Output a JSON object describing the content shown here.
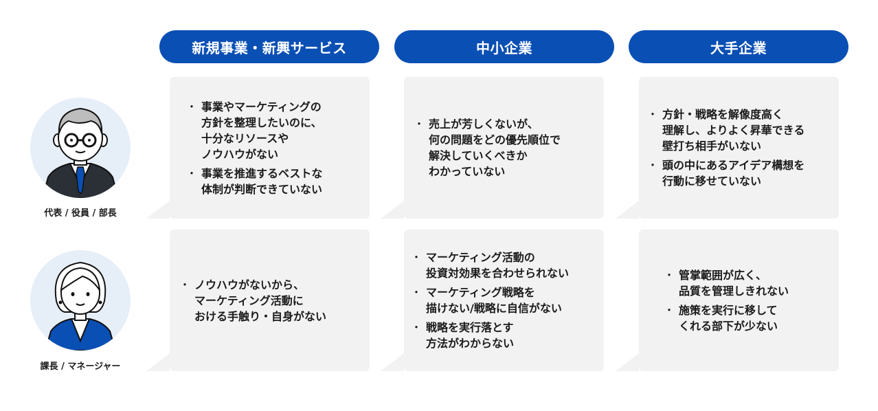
{
  "headers": [
    "新規事業・新興サービス",
    "中小企業",
    "大手企業"
  ],
  "personas": [
    {
      "label": "代表 / 役員 / 部長",
      "avatar_icon": "executive-avatar-icon"
    },
    {
      "label": "課長 / マネージャー",
      "avatar_icon": "manager-avatar-icon"
    }
  ],
  "rows": [
    [
      [
        "事業やマーケティングの\n方針を整理したいのに、\n十分なリソースや\nノウハウがない",
        "事業を推進するベストな\n体制が判断できていない"
      ],
      [
        "売上が芳しくないが、\n何の問題をどの優先順位で\n解決していくべきか\nわかっていない"
      ],
      [
        "方針・戦略を解像度高く\n理解し、よりよく昇華できる\n壁打ち相手がいない",
        "頭の中にあるアイデア構想を\n行動に移せていない"
      ]
    ],
    [
      [
        "ノウハウがないから、\nマーケティング活動に\nおける手触り・自身がない"
      ],
      [
        "マーケティング活動の\n投資対効果を合わせられない",
        "マーケティング戦略を\n描けない/戦略に自信がない",
        "戦略を実行落とす\n方法がわからない"
      ],
      [
        "管掌範囲が広く、\n品質を管理しきれない",
        "施策を実行に移して\nくれる部下が少ない"
      ]
    ]
  ],
  "colors": {
    "header_bg": "#0a4fb4",
    "card_bg": "#f2f2f2",
    "avatar_bg": "#e6eef8",
    "tie": "#0a4fb4"
  }
}
